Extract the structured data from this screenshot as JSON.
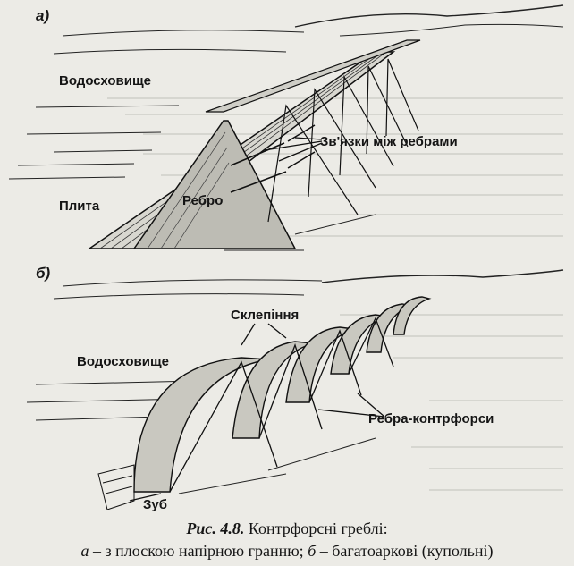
{
  "figure_a": {
    "marker": "а)",
    "reservoir": "Водосховище",
    "ties": "Зв'язки між ребрами",
    "slab": "Плита",
    "rib": "Ребро"
  },
  "figure_b": {
    "marker": "б)",
    "vaults": "Склепіння",
    "reservoir": "Водосховище",
    "buttresses": "Ребра-контрфорси",
    "tooth": "Зуб"
  },
  "caption": {
    "figure_number": "Рис. 4.8.",
    "title": "Контрфорсні греблі:",
    "a_letter": "а",
    "a_text": "– з плоскою напірною гранню;",
    "b_letter": "б",
    "b_text": "– багатоаркові (купольні)"
  }
}
